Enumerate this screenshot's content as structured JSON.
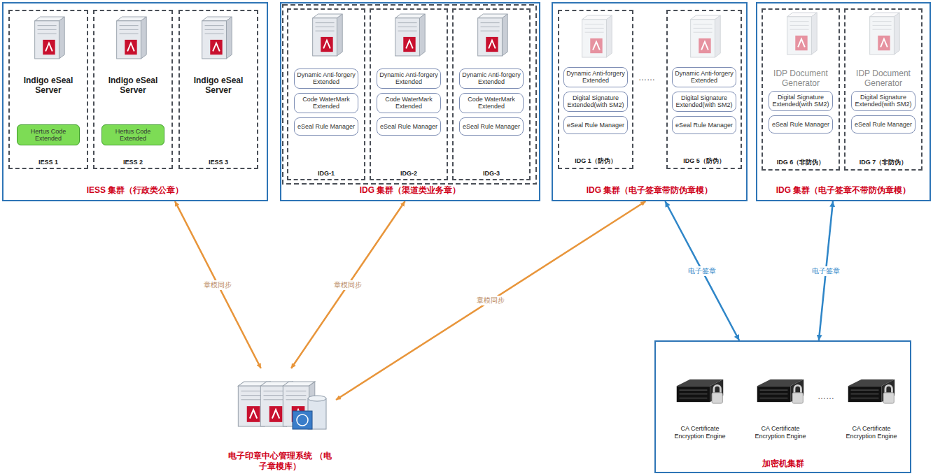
{
  "diagram": {
    "nodes": [
      {
        "text": [
          "IESS 集群（行政类公章）"
        ]
      },
      {
        "text": [
          "Indigo eSeal Server",
          "IESS 1"
        ],
        "in": 0
      },
      {
        "text": [
          "Hertus Code Extended"
        ],
        "in": 1
      },
      {
        "text": [
          "Indigo eSeal Server",
          "IESS 2"
        ],
        "in": 0
      },
      {
        "text": [
          "Hertus Code Extended"
        ],
        "in": 3
      },
      {
        "text": [
          "Indigo eSeal Server",
          "IESS 3"
        ],
        "in": 0
      },
      {
        "text": [
          "IDG 集群（渠道类业务章）"
        ]
      },
      {
        "text": [
          "IDG-1"
        ],
        "in": 6
      },
      {
        "text": [
          "Dynamic Anti-forgery Extended"
        ],
        "in": 7
      },
      {
        "text": [
          "Code WaterMark Extended"
        ],
        "in": 7
      },
      {
        "text": [
          "eSeal Rule Manager"
        ],
        "in": 7
      },
      {
        "text": [
          "IDG-2"
        ],
        "in": 6
      },
      {
        "text": [
          "Dynamic Anti-forgery Extended"
        ],
        "in": 11
      },
      {
        "text": [
          "Code WaterMark Extended"
        ],
        "in": 11
      },
      {
        "text": [
          "eSeal Rule Manager"
        ],
        "in": 11
      },
      {
        "text": [
          "IDG-3"
        ],
        "in": 6
      },
      {
        "text": [
          "Dynamic Anti-forgery Extended"
        ],
        "in": 15
      },
      {
        "text": [
          "Code WaterMark Extended"
        ],
        "in": 15
      },
      {
        "text": [
          "eSeal Rule Manager"
        ],
        "in": 15
      },
      {
        "text": [
          "IDG 集群（电子签章带防伪章模）"
        ]
      },
      {
        "text": [
          "IDG 1（防伪）"
        ],
        "in": 19
      },
      {
        "text": [
          "Dynamic Anti-forgery Extended"
        ],
        "in": 20
      },
      {
        "text": [
          "Digital Signature Extended(with SM2)"
        ],
        "in": 20
      },
      {
        "text": [
          "eSeal Rule Manager"
        ],
        "in": 20
      },
      {
        "text": [
          "IDG 5（防伪）"
        ],
        "in": 19
      },
      {
        "text": [
          "Dynamic Anti-forgery Extended"
        ],
        "in": 24
      },
      {
        "text": [
          "Digital Signature Extended(with SM2)"
        ],
        "in": 24
      },
      {
        "text": [
          "eSeal Rule Manager"
        ],
        "in": 24
      },
      {
        "text": [
          "IDG 集群（电子签章不带防伪章模）"
        ]
      },
      {
        "text": [
          "IDP Document Generator",
          "IDG 6（非防伪）"
        ],
        "in": 28
      },
      {
        "text": [
          "Digital Signature Extended(with SM2)"
        ],
        "in": 29
      },
      {
        "text": [
          "eSeal Rule Manager"
        ],
        "in": 29
      },
      {
        "text": [
          "IDP Document Generator",
          "IDG 7（非防伪）"
        ],
        "in": 28
      },
      {
        "text": [
          "Digital Signature Extended(with SM2)"
        ],
        "in": 32
      },
      {
        "text": [
          "eSeal Rule Manager"
        ],
        "in": 32
      },
      {
        "text": [
          "电子印章中心管理系统 （电子章模库）"
        ]
      },
      {
        "text": [
          "加密机集群"
        ]
      },
      {
        "text": [
          "CA Certificate Encryption Engine"
        ],
        "in": 36
      },
      {
        "text": [
          "CA Certificate Encryption Engine"
        ],
        "in": 36
      },
      {
        "text": [
          "CA Certificate Encryption Engine"
        ],
        "in": 36
      }
    ],
    "edges": [
      {
        "from": 0,
        "to": 35,
        "label": "章模同步",
        "arrow": "both"
      },
      {
        "from": 6,
        "to": 35,
        "label": "章模同步",
        "arrow": "both"
      },
      {
        "from": 19,
        "to": 35,
        "label": "章模同步",
        "arrow": "both"
      },
      {
        "from": 19,
        "to": 36,
        "label": "电子签章",
        "arrow": "both"
      },
      {
        "from": 28,
        "to": 36,
        "label": "电子签章",
        "arrow": "both"
      }
    ],
    "labels": [
      "……",
      "……"
    ]
  }
}
